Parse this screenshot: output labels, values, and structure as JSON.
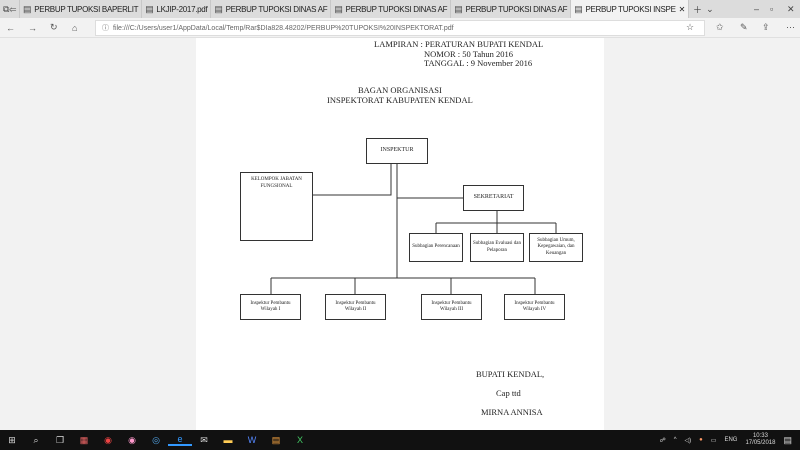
{
  "browser": {
    "tabs": [
      "PERBUP TUPOKSI BAPERLIT",
      "LKJIP-2017.pdf",
      "PERBUP TUPOKSI DINAS AF",
      "PERBUP TUPOKSI DINAS AF",
      "PERBUP TUPOKSI DINAS AF",
      "PERBUP TUPOKSI INSPE"
    ],
    "url": "file:///C:/Users/user1/AppData/Local/Temp/Rar$DIa828.48202/PERBUP%20TUPOKSI%20INSPEKTORAT.pdf"
  },
  "doc": {
    "lampiran": "LAMPIRAN   :  PERATURAN BUPATI KENDAL",
    "nomor": "NOMOR    : 50 Tahun 2016",
    "tanggal": "TANGGAL : 9 November 2016",
    "title1": "BAGAN ORGANISASI",
    "title2": "INSPEKTORAT KABUPATEN KENDAL",
    "inspektur": "INSPEKTUR",
    "kelompok": "KELOMPOK JABATAN FUNGSIONAL",
    "sekretariat": "SEKRETARIAT",
    "sub": [
      "Subbagian Perencanaan",
      "Subbagian Evaluasi dan Pelaporan",
      "Subbagian Umum, Kepegawaian, dan Keuangan"
    ],
    "wilayah": [
      "Inspektur Pembantu Wilayah I",
      "Inspektur Pembantu Wilayah II",
      "Inspektur Pembantu Wilayah III",
      "Inspektur Pembantu Wilayah IV"
    ],
    "sign1": "BUPATI KENDAL,",
    "sign2": "Cap ttd",
    "sign3": "MIRNA ANNISA"
  },
  "taskbar": {
    "lang": "ENG",
    "time": "10:33",
    "date": "17/05/2018"
  }
}
